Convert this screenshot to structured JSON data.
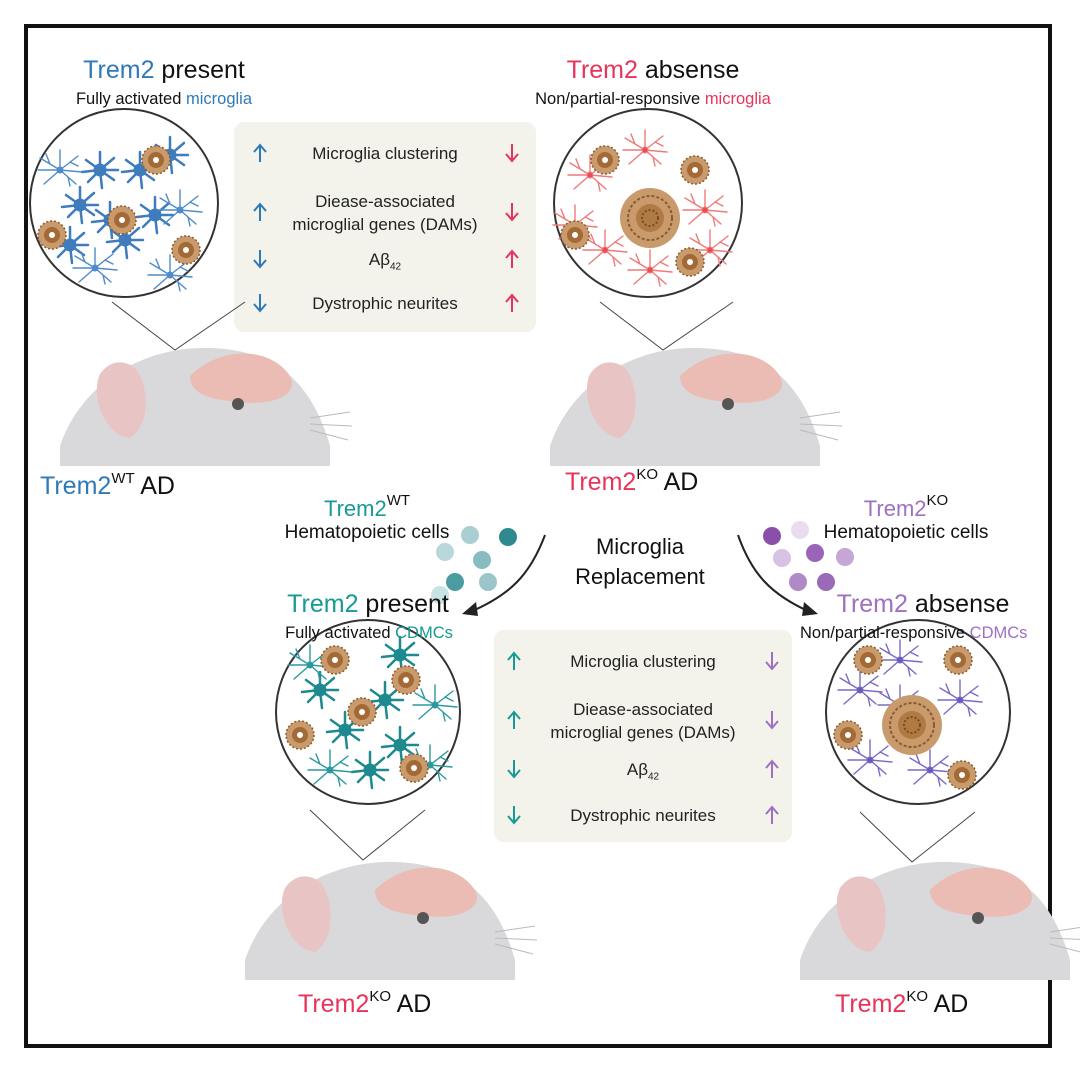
{
  "top_left": {
    "gene": "Trem2",
    "state": " present",
    "subtitle_a": "Fully activated ",
    "subtitle_b": "microglia",
    "genotype_gene": "Trem2",
    "genotype_sup": "WT",
    "genotype_suffix": " AD"
  },
  "top_right": {
    "gene": "Trem2",
    "state": " absense",
    "subtitle_a": "Non/partial-responsive ",
    "subtitle_b": "microglia",
    "genotype_gene": "Trem2",
    "genotype_sup": "KO",
    "genotype_suffix": " AD"
  },
  "panel_rows": {
    "clustering": "Microglia clustering",
    "dam_line1": "Diease-associated",
    "dam_line2": "microglial genes (DAMs)",
    "abeta": "Aβ",
    "abeta_sub": "42",
    "dystrophic": "Dystrophic neurites"
  },
  "donor_left": {
    "gene": "Trem2",
    "sup": "WT",
    "label": "Hematopoietic cells"
  },
  "donor_right": {
    "gene": "Trem2",
    "sup": "KO",
    "label": "Hematopoietic cells"
  },
  "center": {
    "line1": "Microglia",
    "line2": "Replacement"
  },
  "bottom_left": {
    "gene": "Trem2",
    "state": " present",
    "subtitle_a": "Fully activated ",
    "subtitle_b": "CDMCs",
    "genotype_gene": "Trem2",
    "genotype_sup": "KO",
    "genotype_suffix": " AD"
  },
  "bottom_right": {
    "gene": "Trem2",
    "state": " absense",
    "subtitle_a": "Non/partial-responsive ",
    "subtitle_b": "CDMCs",
    "genotype_gene": "Trem2",
    "genotype_sup": "KO",
    "genotype_suffix": " AD"
  },
  "colors": {
    "blue": "#2e7ab8",
    "red": "#e8335a",
    "teal": "#159a94",
    "purple": "#a070c0",
    "panel": "#f3f3ec"
  }
}
